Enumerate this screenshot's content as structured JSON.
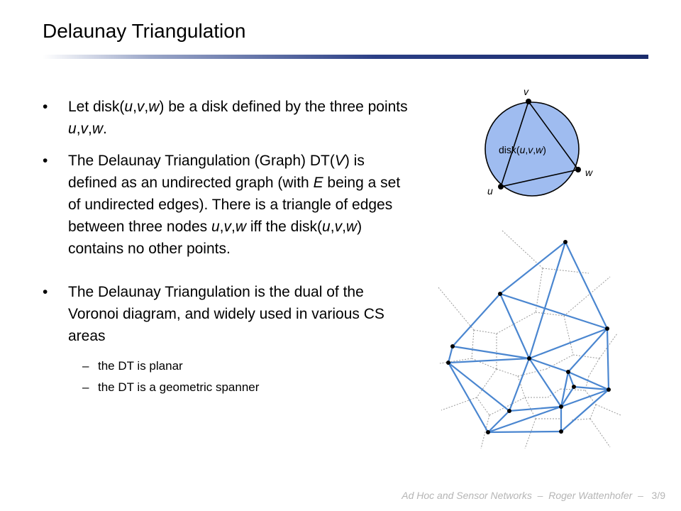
{
  "slide": {
    "title": "Delaunay Triangulation",
    "bullet1": {
      "parts": [
        "Let disk(",
        "u",
        ",",
        "v",
        ",",
        "w",
        ") be a disk defined by the three points ",
        "u",
        ",",
        "v",
        ",",
        "w",
        "."
      ]
    },
    "bullet2": {
      "parts": [
        "The Delaunay Triangulation (Graph) DT(",
        "V",
        ") is defined as an undirected graph (with ",
        "E",
        " being a set of undirected edges). There is a triangle of edges between three nodes ",
        "u",
        ",",
        "v",
        ",",
        "w",
        " iff the disk(",
        "u",
        ",",
        "v",
        ",",
        "w",
        ") contains no other points."
      ]
    },
    "bullet3": "The Delaunay Triangulation is the dual of the Voronoi diagram, and widely used in various CS areas",
    "sub_bullets": [
      "the DT is planar",
      "the DT is a geometric spanner"
    ],
    "bullet_symbol": "•",
    "dash_symbol": "–"
  },
  "disk_diagram": {
    "label_parts": [
      "disk(",
      "u",
      ",",
      "v",
      ",",
      "w",
      ")"
    ],
    "point_labels": {
      "u": "u",
      "v": "v",
      "w": "w"
    },
    "fill_color": "#9fbcf0"
  },
  "footer": {
    "course": "Ad Hoc and Sensor Networks",
    "separator": "–",
    "author": "Roger Wattenhofer",
    "page": "3/9"
  },
  "colors": {
    "edge": "#4a86d0",
    "voronoi": "#9a9a9a"
  }
}
